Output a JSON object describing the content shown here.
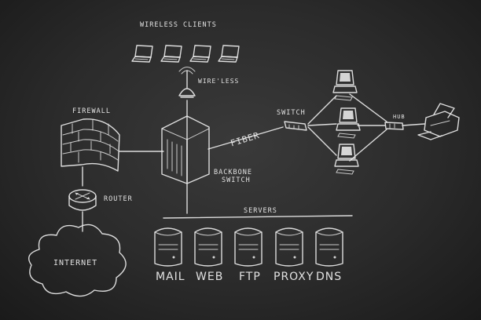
{
  "labels": {
    "wireless_clients": "WIRELESS CLIENTS",
    "wireless": "WIRE'LESS",
    "firewall": "FIREWALL",
    "router": "ROUTER",
    "internet": "INTERNET",
    "backbone_line1": "BACKBONE",
    "backbone_line2": "SWITCH",
    "fiber": "FIBER",
    "switch": "SWITCH",
    "hub": "HUB",
    "servers": "SERVERS"
  },
  "servers": [
    "MAIL",
    "WEB",
    "FTP",
    "PROXY",
    "DNS"
  ],
  "colors": {
    "board": "#2b2b2b",
    "chalk": "#ececec"
  }
}
